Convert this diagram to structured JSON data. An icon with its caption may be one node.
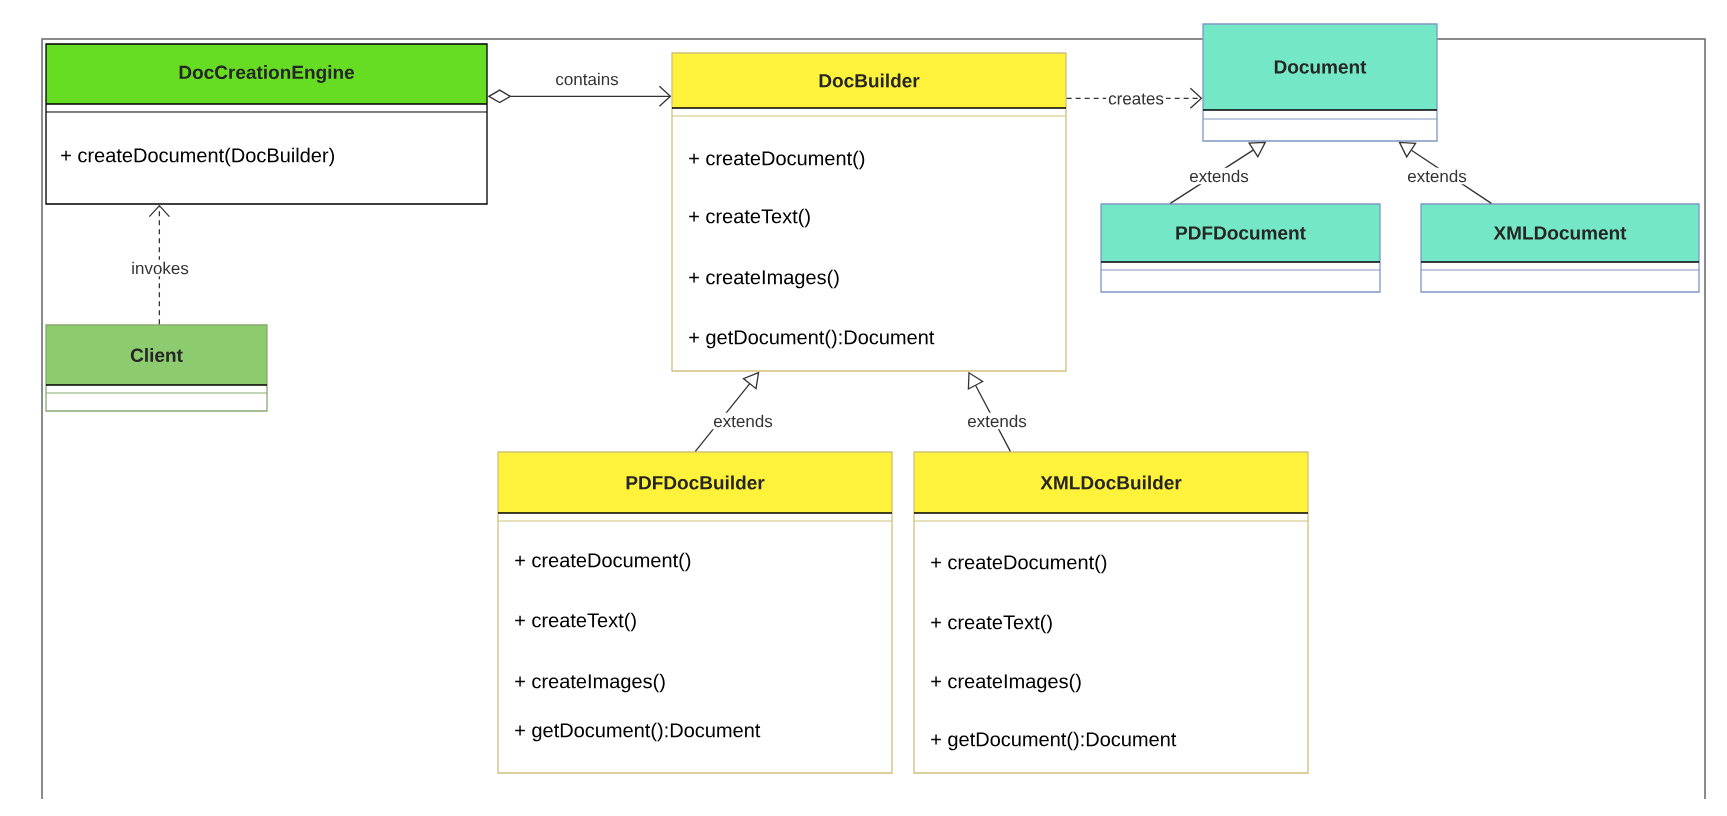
{
  "diagram": {
    "nodes": [
      {
        "text": [
          "DocCreationEngine",
          "+ createDocument(DocBuilder)"
        ]
      },
      {
        "text": [
          "Client"
        ]
      },
      {
        "text": [
          "DocBuilder",
          "+ createDocument()",
          "+ createText()",
          "+ createImages()",
          "+ getDocument():Document"
        ]
      },
      {
        "text": [
          "Document"
        ]
      },
      {
        "text": [
          "PDFDocument"
        ]
      },
      {
        "text": [
          "XMLDocument"
        ]
      },
      {
        "text": [
          "PDFDocBuilder",
          "+ createDocument()",
          "+ createText()",
          "+ createImages()",
          "+ getDocument():Document"
        ]
      },
      {
        "text": [
          "XMLDocBuilder",
          "+ createDocument()",
          "+ createText()",
          "+ createImages()",
          "+ getDocument():Document"
        ]
      }
    ],
    "edges": [
      {
        "from": 0,
        "to": 2,
        "arrow": "to",
        "label": "contains"
      },
      {
        "from": 1,
        "to": 0,
        "arrow": "to",
        "label": "invokes",
        "style": "dashed"
      },
      {
        "from": 2,
        "to": 3,
        "arrow": "to",
        "label": "creates",
        "style": "dashed"
      },
      {
        "from": 4,
        "to": 3,
        "arrow": "to",
        "label": "extends"
      },
      {
        "from": 5,
        "to": 3,
        "arrow": "to",
        "label": "extends"
      },
      {
        "from": 6,
        "to": 2,
        "arrow": "to",
        "label": "extends"
      },
      {
        "from": 7,
        "to": 2,
        "arrow": "to",
        "label": "extends"
      }
    ]
  }
}
